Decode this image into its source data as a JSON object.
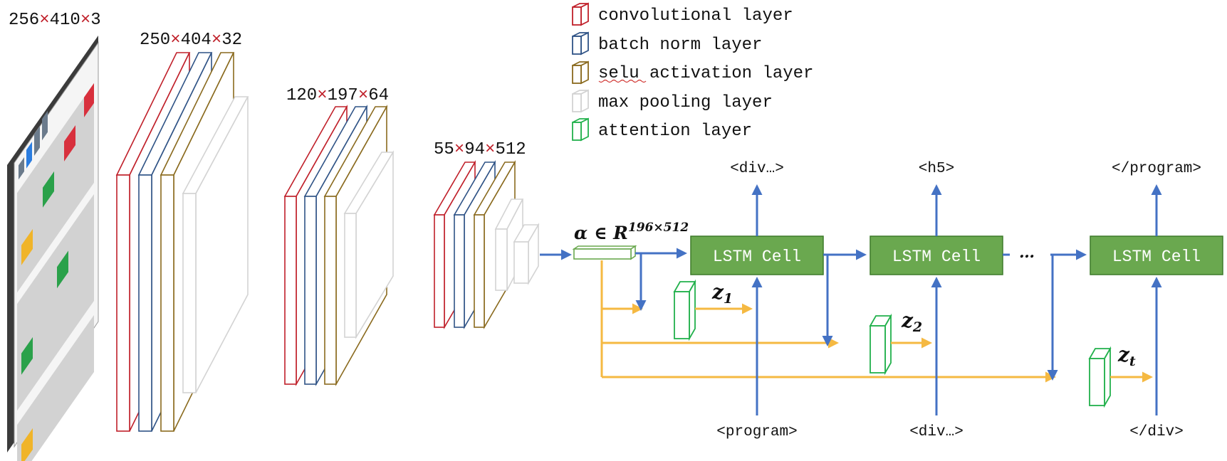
{
  "colors": {
    "conv": "#c0202a",
    "batch_norm": "#2f5386",
    "selu": "#8a6a1e",
    "max_pool": "#d3d3d3",
    "attention": "#22b14c",
    "lstm_fill": "#6aa84f",
    "lstm_border": "#3d7a2a",
    "feed_arrow": "#4472c4",
    "attn_arrow": "#f5b942"
  },
  "dims": {
    "input": {
      "a": "256",
      "b": "410",
      "c": "3"
    },
    "block1": {
      "a": "250",
      "b": "404",
      "c": "32"
    },
    "block2": {
      "a": "120",
      "b": "197",
      "c": "64"
    },
    "block3": {
      "a": "55",
      "b": "94",
      "c": "512"
    }
  },
  "times_symbol": "×",
  "legend": [
    {
      "label": "convolutional layer",
      "icon": "conv-cube-icon"
    },
    {
      "label": "batch norm layer",
      "icon": "batchnorm-cube-icon"
    },
    {
      "label": "selu activation layer",
      "icon": "selu-cube-icon"
    },
    {
      "label": "max pooling layer",
      "icon": "maxpool-cube-icon"
    },
    {
      "label": "attention layer",
      "icon": "attention-cube-icon"
    }
  ],
  "features": {
    "symbol": "α ∈ R",
    "superscript": "196×512"
  },
  "lstm": {
    "cell_label": "LSTM Cell",
    "ellipsis": "…",
    "outputs": [
      "<div…>",
      "<h5>",
      "</program>"
    ],
    "inputs": [
      "<program>",
      "<div…>",
      "</div>"
    ],
    "context": [
      {
        "base": "z",
        "sub": "1"
      },
      {
        "base": "z",
        "sub": "2"
      },
      {
        "base": "z",
        "sub": "t"
      }
    ]
  }
}
